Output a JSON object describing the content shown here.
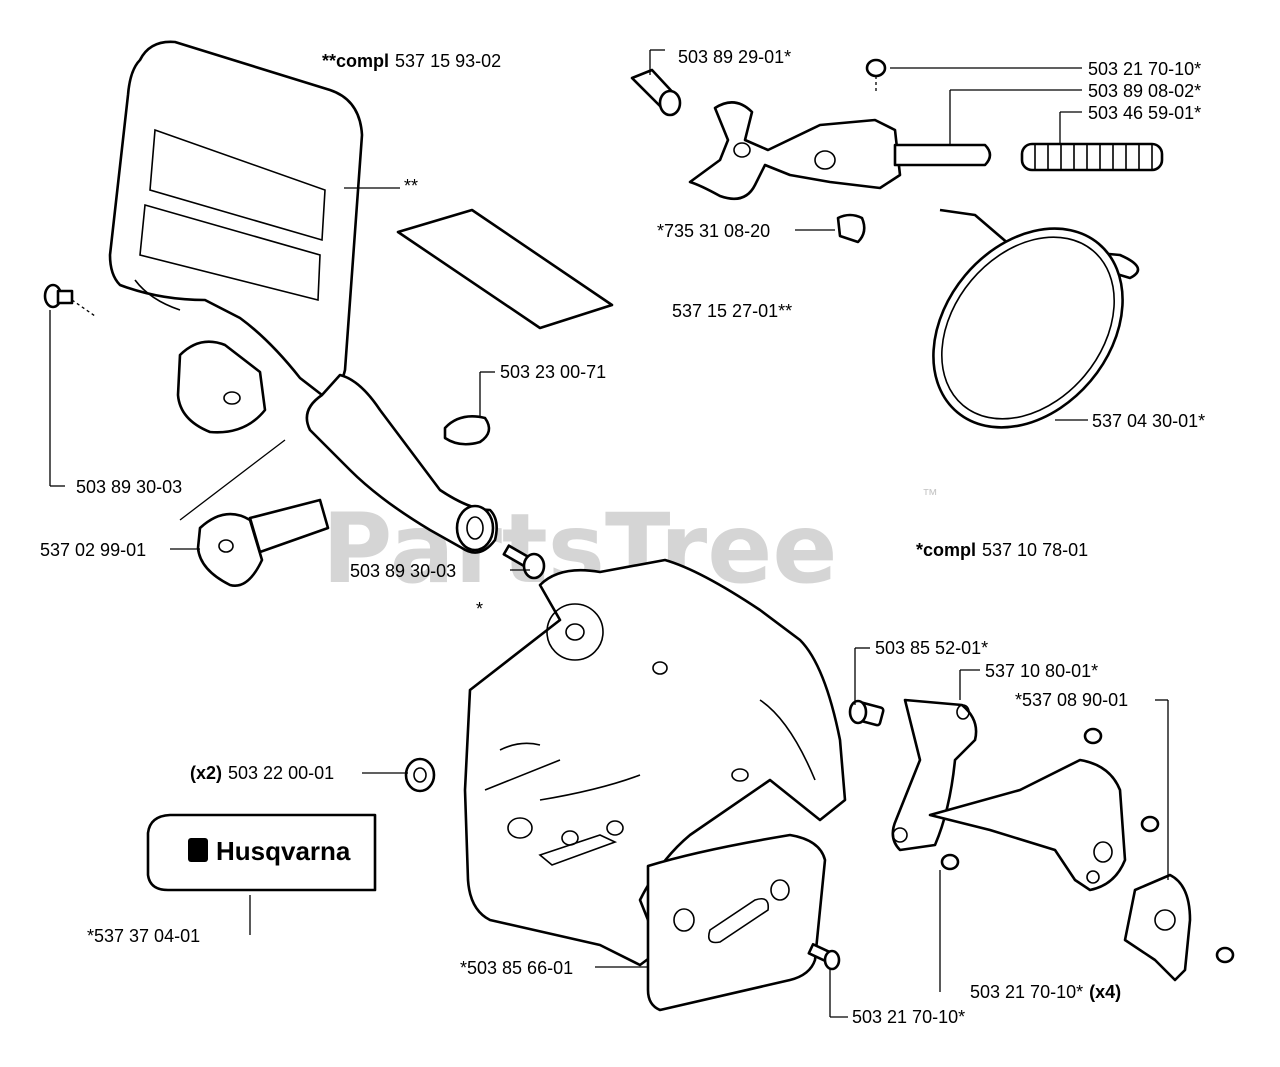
{
  "watermark": {
    "text": "PartsTree",
    "tm": "™"
  },
  "labels": {
    "top_assembly_prefix": "**compl",
    "top_assembly": "537 15 93-02",
    "double_star": "**",
    "p_503892901": "503 89 29-01*",
    "p_503217010_top": "503 21 70-10*",
    "p_503890802": "503 89 08-02*",
    "p_503465901": "503 46 59-01*",
    "p_735310820": "*735 31 08-20",
    "p_537152701": "537 15 27-01**",
    "p_503230071": "503 23 00-71",
    "p_537043001": "537 04 30-01*",
    "p_503893003_a": "503 89 30-03",
    "p_537029901": "537 02 99-01",
    "p_503893003_b": "503 89 30-03",
    "cover_prefix": "*compl",
    "cover_assembly": "537 10 78-01",
    "single_star": "*",
    "p_503855201": "503 85 52-01*",
    "p_537108001": "537 10 80-01*",
    "p_537089001": "*537 08 90-01",
    "qty_x2": "(x2)",
    "p_503220001": "503 22 00-01",
    "p_537370401": "*537 37 04-01",
    "p_503856601": "*503 85 66-01",
    "p_503217010_bottom": "503 21 70-10*",
    "p_503217010_x4": "503 21 70-10*",
    "qty_x4": "(x4)"
  },
  "decal": {
    "brand": "Husqvarna"
  }
}
